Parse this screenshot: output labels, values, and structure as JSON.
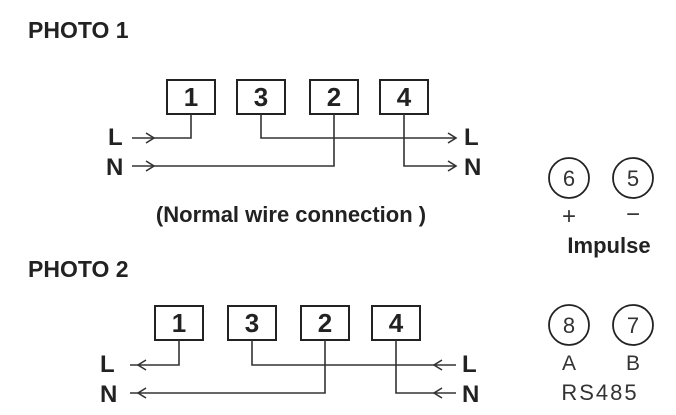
{
  "photo1": {
    "heading": "PHOTO 1",
    "terminals": [
      "1",
      "3",
      "2",
      "4"
    ],
    "left_labels": [
      "L",
      "N"
    ],
    "right_labels": [
      "L",
      "N"
    ],
    "caption": "(Normal wire connection )"
  },
  "photo2": {
    "heading": "PHOTO 2",
    "terminals": [
      "1",
      "3",
      "2",
      "4"
    ],
    "left_labels": [
      "L",
      "N"
    ],
    "right_labels": [
      "L",
      "N"
    ]
  },
  "impulse": {
    "terminals": [
      "6",
      "5"
    ],
    "signs": [
      "+",
      "−"
    ],
    "label": "Impulse"
  },
  "rs485": {
    "terminals": [
      "8",
      "7"
    ],
    "letters": [
      "A",
      "B"
    ],
    "label": "RS485"
  }
}
